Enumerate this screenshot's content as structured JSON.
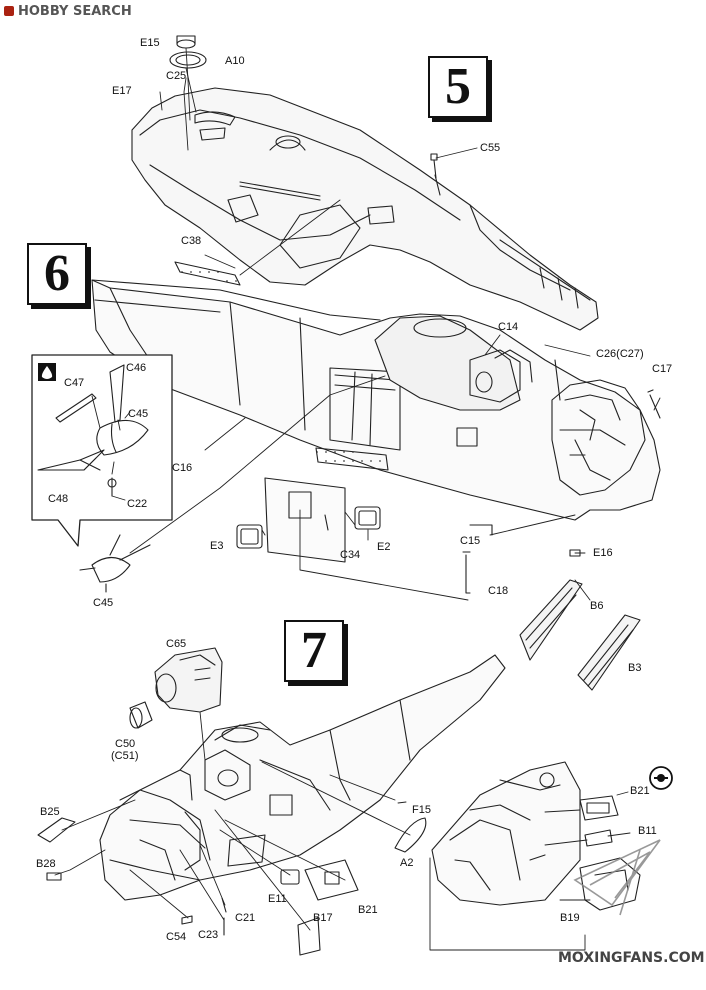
{
  "watermarks": {
    "top_left": "HOBBY SEARCH",
    "bottom_right": "MOXINGFANS.COM"
  },
  "steps": [
    "5",
    "6",
    "7"
  ],
  "icons": {
    "glue": "glue-drop-icon",
    "reference": "reference-circle-icon"
  },
  "labels": {
    "E15": "E15",
    "A10": "A10",
    "C25": "C25",
    "E17": "E17",
    "C55": "C55",
    "C38": "C38",
    "C14": "C14",
    "C26": "C26(C27)",
    "C17": "C17",
    "C47": "C47",
    "C46": "C46",
    "C45a": "C45",
    "C48": "C48",
    "C22": "C22",
    "C16": "C16",
    "E3": "E3",
    "C34": "C34",
    "E2": "E2",
    "C15": "C15",
    "C18": "C18",
    "E16": "E16",
    "B6": "B6",
    "B3": "B3",
    "C45b": "C45",
    "C65": "C65",
    "C50": "C50",
    "C51": "(C51)",
    "B25": "B25",
    "B28": "B28",
    "C54": "C54",
    "C23": "C23",
    "C21": "C21",
    "E11": "E11",
    "B17": "B17",
    "B21a": "B21",
    "F15": "F15",
    "A2": "A2",
    "B21b": "B21",
    "B11": "B11",
    "B19": "B19"
  }
}
